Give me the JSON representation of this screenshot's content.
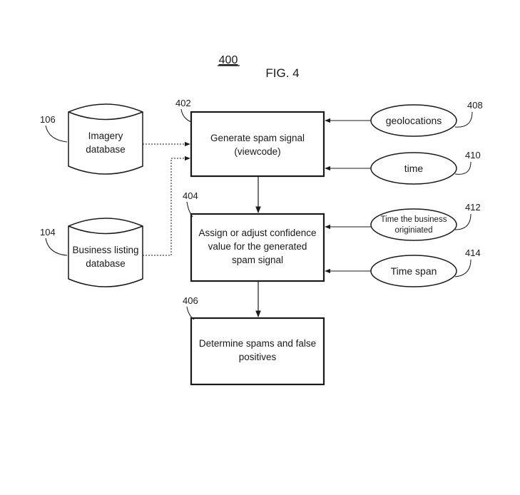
{
  "figure": {
    "number": "400",
    "label": "FIG. 4"
  },
  "databases": {
    "imagery": {
      "ref": "106",
      "line1": "Imagery",
      "line2": "database"
    },
    "business": {
      "ref": "104",
      "line1": "Business listing",
      "line2": "database"
    }
  },
  "steps": {
    "generate": {
      "ref": "402",
      "line1": "Generate spam signal",
      "line2": "(viewcode)"
    },
    "assign": {
      "ref": "404",
      "line1": "Assign or adjust confidence",
      "line2": "value for the generated",
      "line3": "spam signal"
    },
    "determine": {
      "ref": "406",
      "line1": "Determine spams and false",
      "line2": "positives"
    }
  },
  "inputs": {
    "geolocations": {
      "ref": "408",
      "label": "geolocations"
    },
    "time": {
      "ref": "410",
      "label": "time"
    },
    "origin": {
      "ref": "412",
      "line1": "Time the business",
      "line2": "originiated"
    },
    "span": {
      "ref": "414",
      "label": "Time span"
    }
  }
}
